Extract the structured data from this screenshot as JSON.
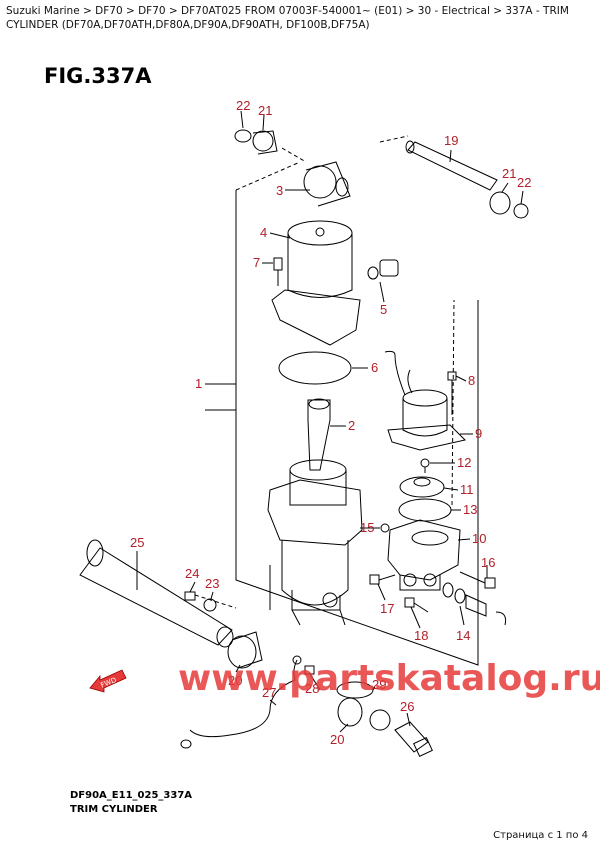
{
  "breadcrumb": "Suzuki Marine > DF70 > DF70 > DF70AT025 FROM 07003F-540001~ (E01) > 30 - Electrical > 337A - TRIM CYLINDER (DF70A,DF70ATH,DF80A,DF90A,DF90ATH, DF100B,DF75A)",
  "figure": {
    "title": "FIG.337A"
  },
  "footer": {
    "code": "DF90A_E11_025_337A",
    "caption": "TRIM CYLINDER",
    "pager": "Страница с 1 по 4"
  },
  "watermark": "www.partskatalog.ru",
  "fwd_label": "FWD",
  "colors": {
    "callout": "#b2202a",
    "watermark": "#e63a3a"
  },
  "callouts": {
    "c1": "1",
    "c2": "2",
    "c3": "3",
    "c4": "4",
    "c5": "5",
    "c6": "6",
    "c7": "7",
    "c8": "8",
    "c9": "9",
    "c10": "10",
    "c11": "11",
    "c12": "12",
    "c13": "13",
    "c14": "14",
    "c15": "15",
    "c16": "16",
    "c17": "17",
    "c18": "18",
    "c19": "19",
    "c20a": "20",
    "c20b": "20",
    "c21a": "21",
    "c21b": "21",
    "c22a": "22",
    "c22b": "22",
    "c23": "23",
    "c24": "24",
    "c25": "25",
    "c26": "26",
    "c27": "27",
    "c28": "28",
    "c29": "29"
  }
}
